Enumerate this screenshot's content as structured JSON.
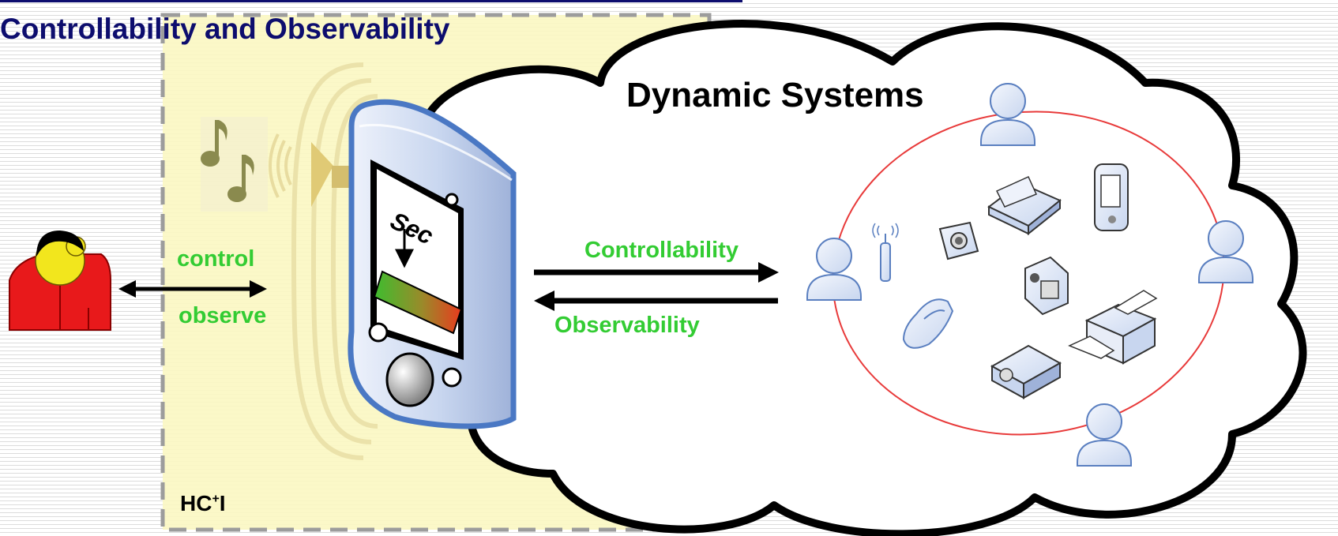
{
  "title": "Controllability and Observability",
  "cloud_title": "Dynamic Systems",
  "arrows": {
    "control": "control",
    "observe": "observe",
    "controllability": "Controllability",
    "observability": "Observability"
  },
  "device": {
    "screen_label": "Sec"
  },
  "zone": {
    "label_main": "HC",
    "label_sup": "+",
    "label_end": "I"
  },
  "colors": {
    "title": "#0d0d6e",
    "arrow_labels": "#33cc33",
    "zone_fill": "#fbf7c2",
    "red_group": "#e83a3a",
    "person": "#e8191b",
    "face": "#f2e61d"
  },
  "icons": [
    "person-icon",
    "music-notes-icon",
    "speaker-icon",
    "handheld-device-icon",
    "user-icon",
    "antenna-icon",
    "camera-icon",
    "scanner-icon",
    "pda-icon",
    "camcorder-icon",
    "printer-icon",
    "phone-icon",
    "projector-icon"
  ]
}
